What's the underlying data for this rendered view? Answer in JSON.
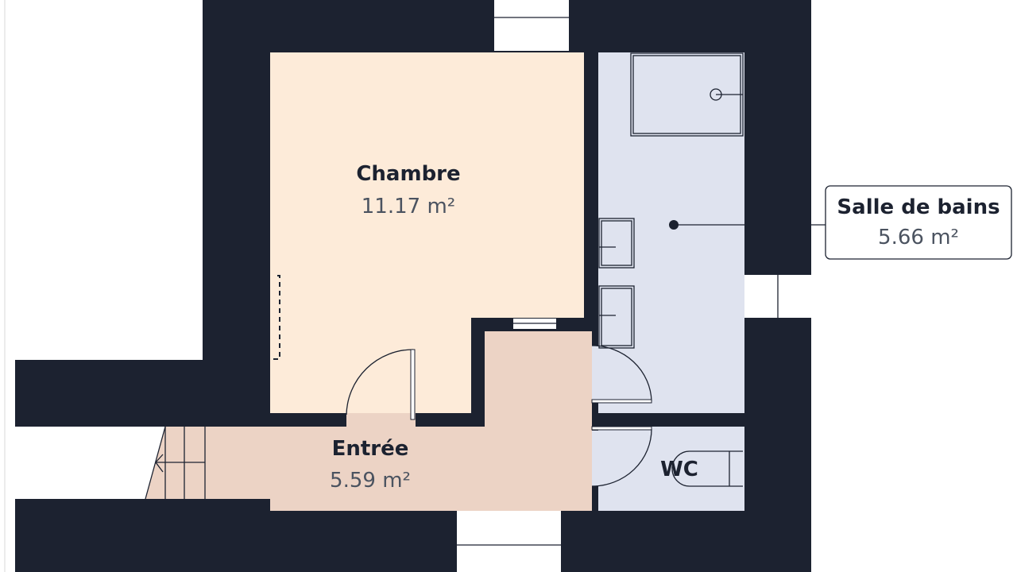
{
  "colors": {
    "wall": "#1c2230",
    "chambre": "#fdebd9",
    "entree": "#ecd3c5",
    "bathroom": "#dfe3ef"
  },
  "rooms": {
    "chambre": {
      "name": "Chambre",
      "area": "11.17 m²"
    },
    "entree": {
      "name": "Entrée",
      "area": "5.59 m²"
    },
    "salle_de_bains": {
      "name": "Salle de bains",
      "area": "5.66 m²"
    },
    "wc": {
      "name": "WC"
    }
  }
}
